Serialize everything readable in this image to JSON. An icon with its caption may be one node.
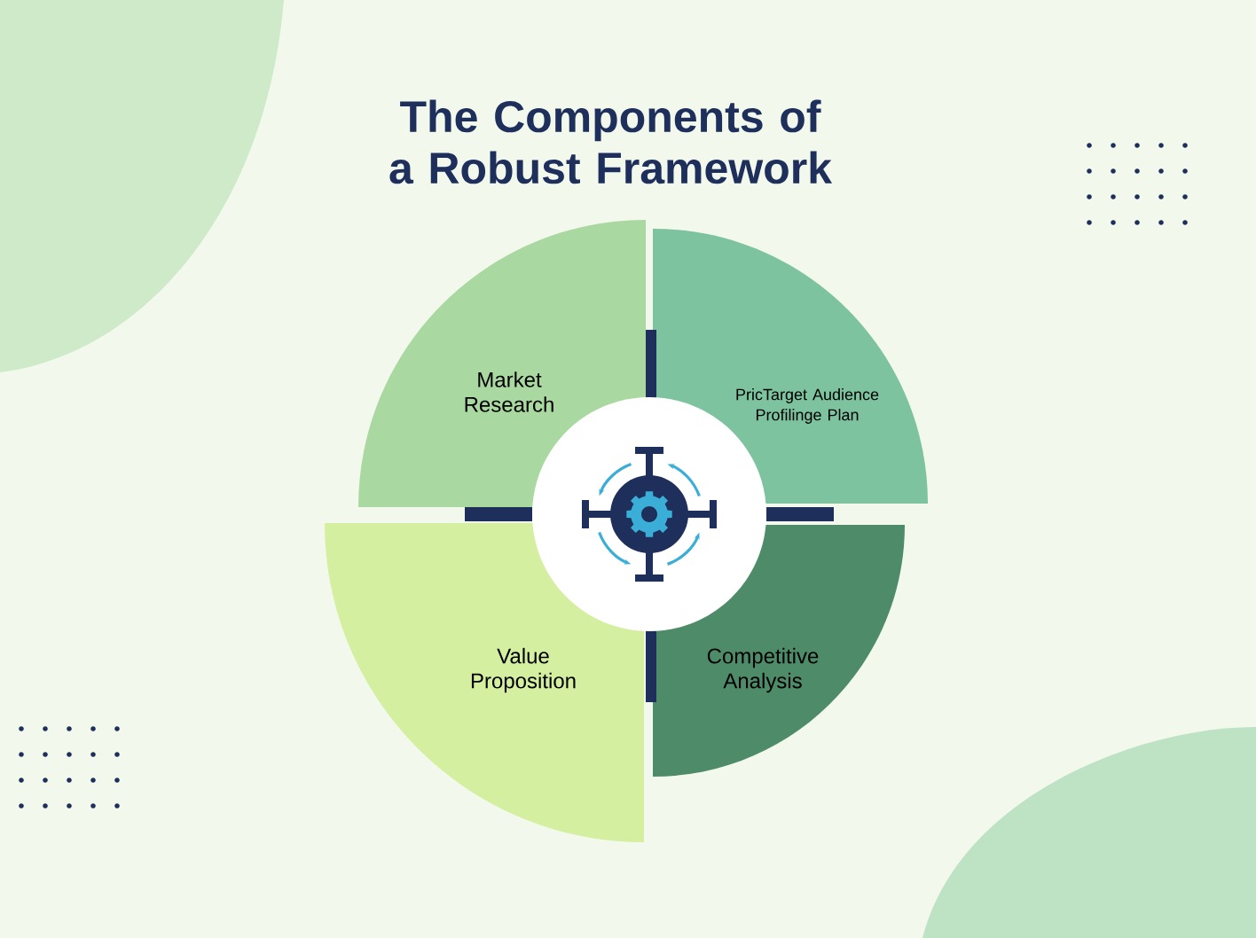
{
  "diagram": {
    "title": "The Components of a Robust Framework",
    "nodes": [
      {
        "text": [
          "Market Research"
        ]
      },
      {
        "text": [
          "PricTarget Audience Profilinge Plan"
        ]
      },
      {
        "text": [
          "Value Proposition"
        ]
      },
      {
        "text": [
          "Competitive Analysis"
        ]
      }
    ]
  }
}
